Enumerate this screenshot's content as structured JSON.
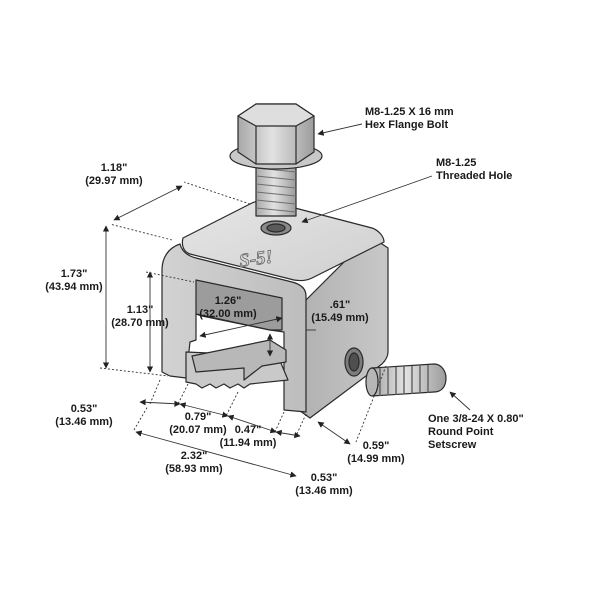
{
  "brand_mark": "S-5!",
  "callouts": {
    "bolt_line1": "M8-1.25 X 16 mm",
    "bolt_line2": "Hex Flange Bolt",
    "hole_line1": "M8-1.25",
    "hole_line2": "Threaded Hole",
    "setscrew_line1": "One 3/8-24 X 0.80\"",
    "setscrew_line2": "Round Point",
    "setscrew_line3": "Setscrew"
  },
  "dimensions": {
    "depth_in": "1.18\"",
    "depth_mm": "(29.97 mm)",
    "height_in": "1.73\"",
    "height_mm": "(43.94 mm)",
    "inner_height_in": "1.13\"",
    "inner_height_mm": "(28.70 mm)",
    "slot_width_in": "1.26\"",
    "slot_width_mm": "(32.00 mm)",
    "slot_height_in": ".61\"",
    "slot_height_mm": "(15.49 mm)",
    "left_leg_in": "0.53\"",
    "left_leg_mm": "(13.46 mm)",
    "gap_in": "0.79\"",
    "gap_mm": "(20.07 mm)",
    "jaw_in": "0.47\"",
    "jaw_mm": "(11.94 mm)",
    "side_in": "0.59\"",
    "side_mm": "(14.99 mm)",
    "total_in": "2.32\"",
    "total_mm": "(58.93 mm)",
    "right_leg_in": "0.53\"",
    "right_leg_mm": "(13.46 mm)"
  },
  "colors": {
    "metal_light": "#dcdcdc",
    "metal_mid": "#c4c4c4",
    "metal_dark": "#9a9a9a",
    "outline": "#2a2a2a",
    "dim_line": "#333333"
  }
}
